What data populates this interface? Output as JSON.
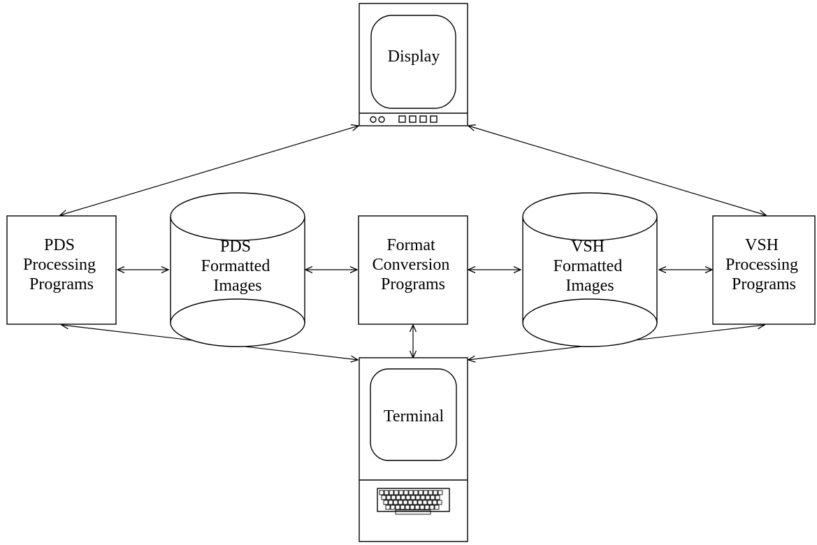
{
  "nodes": {
    "display": {
      "lines": [
        "Display"
      ]
    },
    "terminal": {
      "lines": [
        "Terminal"
      ]
    },
    "pds_processing": {
      "lines": [
        "PDS",
        "Processing",
        "Programs"
      ]
    },
    "pds_images": {
      "lines": [
        "PDS",
        "Formatted",
        "Images"
      ]
    },
    "format_conversion": {
      "lines": [
        "Format",
        "Conversion",
        "Programs"
      ]
    },
    "vsh_images": {
      "lines": [
        "VSH",
        "Formatted",
        "Images"
      ]
    },
    "vsh_processing": {
      "lines": [
        "VSH",
        "Processing",
        "Programs"
      ]
    }
  },
  "connections": [
    {
      "from": "display",
      "to": "pds_processing",
      "bidirectional": true
    },
    {
      "from": "display",
      "to": "vsh_processing",
      "bidirectional": true
    },
    {
      "from": "pds_processing",
      "to": "pds_images",
      "bidirectional": true
    },
    {
      "from": "pds_images",
      "to": "format_conversion",
      "bidirectional": true
    },
    {
      "from": "format_conversion",
      "to": "vsh_images",
      "bidirectional": true
    },
    {
      "from": "vsh_images",
      "to": "vsh_processing",
      "bidirectional": true
    },
    {
      "from": "pds_processing",
      "to": "terminal",
      "bidirectional": true
    },
    {
      "from": "format_conversion",
      "to": "terminal",
      "bidirectional": true
    },
    {
      "from": "vsh_processing",
      "to": "terminal",
      "bidirectional": true
    }
  ]
}
